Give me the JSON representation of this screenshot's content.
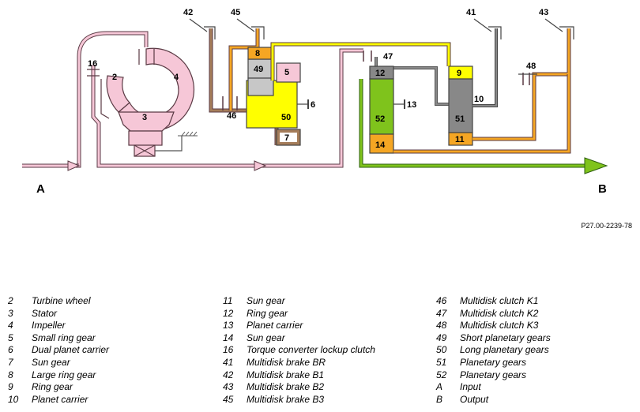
{
  "diagram": {
    "input_label": "A",
    "output_label": "B",
    "reference": "P27.00-2239-78",
    "components": {
      "c2": "2",
      "c3": "3",
      "c4": "4",
      "c5": "5",
      "c6": "6",
      "c7": "7",
      "c8": "8",
      "c9": "9",
      "c10": "10",
      "c11": "11",
      "c12": "12",
      "c13": "13",
      "c14": "14",
      "c16": "16",
      "c41": "41",
      "c42": "42",
      "c43": "43",
      "c45": "45",
      "c46": "46",
      "c47": "47",
      "c48": "48",
      "c49": "49",
      "c50": "50",
      "c51": "51",
      "c52": "52"
    },
    "colors": {
      "pink": "#f6c7d7",
      "yellow": "#ffff00",
      "green": "#7fc31c",
      "orange": "#f5a623",
      "gray": "#888888",
      "lightgray": "#c7c7c7",
      "brown": "#a57d5a",
      "dark": "#444444"
    }
  },
  "legend": {
    "col1": [
      {
        "num": "2",
        "text": "Turbine wheel"
      },
      {
        "num": "3",
        "text": "Stator"
      },
      {
        "num": "4",
        "text": "Impeller"
      },
      {
        "num": "5",
        "text": "Small ring gear"
      },
      {
        "num": "6",
        "text": "Dual planet carrier"
      },
      {
        "num": "7",
        "text": "Sun gear"
      },
      {
        "num": "8",
        "text": "Large ring gear"
      },
      {
        "num": "9",
        "text": "Ring gear"
      },
      {
        "num": "10",
        "text": "Planet carrier"
      }
    ],
    "col2": [
      {
        "num": "11",
        "text": "Sun gear"
      },
      {
        "num": "12",
        "text": "Ring gear"
      },
      {
        "num": "13",
        "text": "Planet carrier"
      },
      {
        "num": "14",
        "text": "Sun gear"
      },
      {
        "num": "16",
        "text": "Torque converter lockup clutch"
      },
      {
        "num": "41",
        "text": "Multidisk brake BR"
      },
      {
        "num": "42",
        "text": "Multidisk brake B1"
      },
      {
        "num": "43",
        "text": "Multidisk brake B2"
      },
      {
        "num": "45",
        "text": "Multidisk brake B3"
      }
    ],
    "col3": [
      {
        "num": "46",
        "text": "Multidisk clutch K1"
      },
      {
        "num": "47",
        "text": "Multidisk clutch K2"
      },
      {
        "num": "48",
        "text": "Multidisk clutch K3"
      },
      {
        "num": "49",
        "text": "Short planetary gears"
      },
      {
        "num": "50",
        "text": "Long planetary gears"
      },
      {
        "num": "51",
        "text": "Planetary gears"
      },
      {
        "num": "52",
        "text": "Planetary gears"
      },
      {
        "num": "A",
        "text": "Input"
      },
      {
        "num": "B",
        "text": "Output"
      }
    ]
  }
}
